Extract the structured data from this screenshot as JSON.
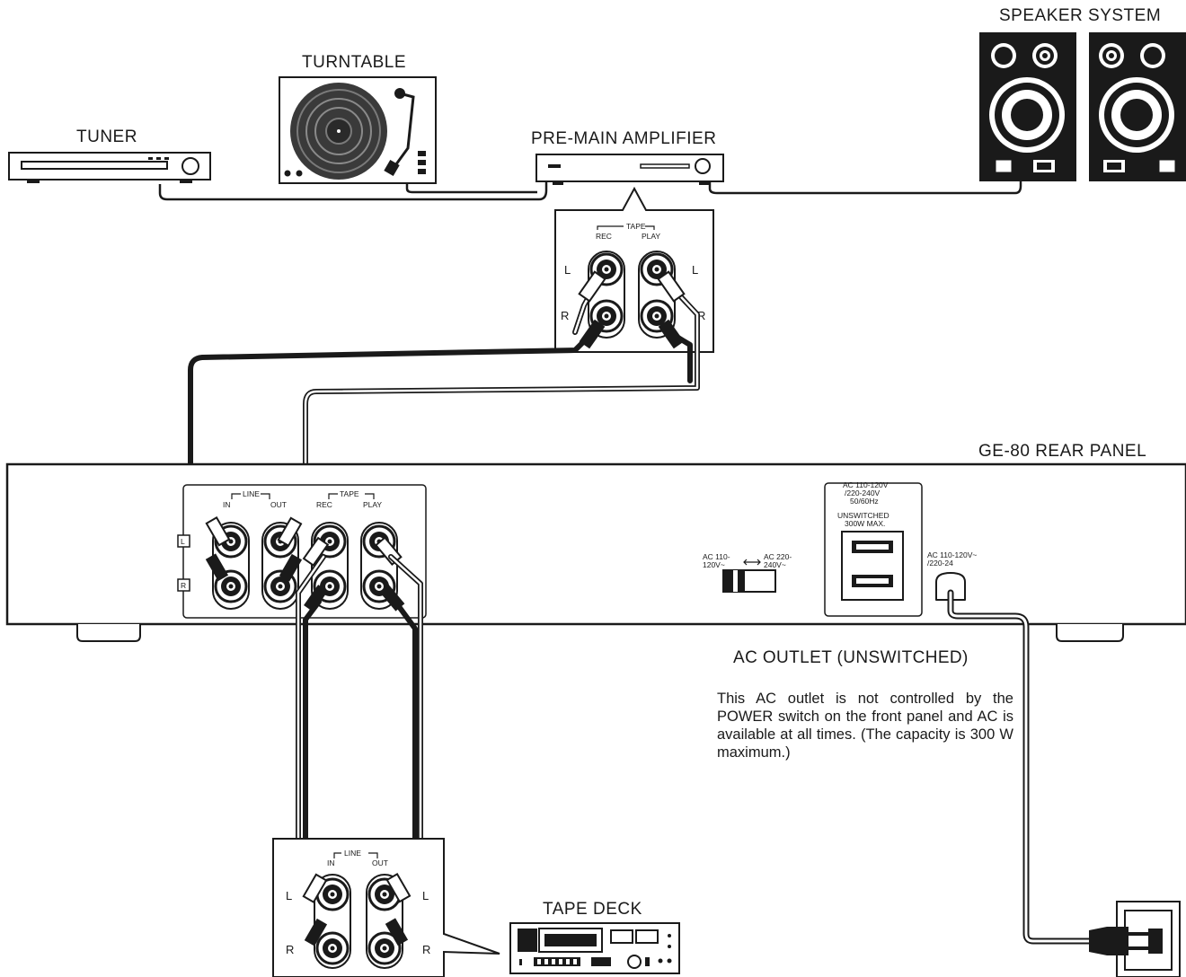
{
  "labels": {
    "speaker_system": "SPEAKER SYSTEM",
    "turntable": "TURNTABLE",
    "tuner": "TUNER",
    "pre_main_amplifier": "PRE-MAIN AMPLIFIER",
    "rear_panel": "GE-80 REAR PANEL",
    "tape_deck": "TAPE DECK"
  },
  "amp_jacks": {
    "tape": "TAPE",
    "rec": "REC",
    "play": "PLAY",
    "l": "L",
    "r": "R"
  },
  "rear_jacks": {
    "line": "LINE",
    "in": "IN",
    "out": "OUT",
    "tape": "TAPE",
    "rec": "REC",
    "play": "PLAY",
    "l": "L",
    "r": "R"
  },
  "voltage_switch": {
    "left_line1": "AC 110-",
    "left_line2": "120V~",
    "right_line1": "AC 220-",
    "right_line2": "240V~"
  },
  "outlet_box": {
    "line1": "AC 110-120V",
    "line2": "/220-240V",
    "line3": "50/60Hz",
    "line4": "UNSWITCHED",
    "line5": "300W MAX."
  },
  "power_cord": {
    "line1": "AC 110-120V~",
    "line2": "/220-24"
  },
  "deck_jacks": {
    "line": "LINE",
    "in": "IN",
    "out": "OUT",
    "l": "L",
    "r": "R"
  },
  "ac_outlet": {
    "title": "AC OUTLET (UNSWITCHED)",
    "description": "This AC outlet is not controlled by the POWER switch on the front panel and AC is available at all times. (The capacity is 300 W maximum.)"
  }
}
